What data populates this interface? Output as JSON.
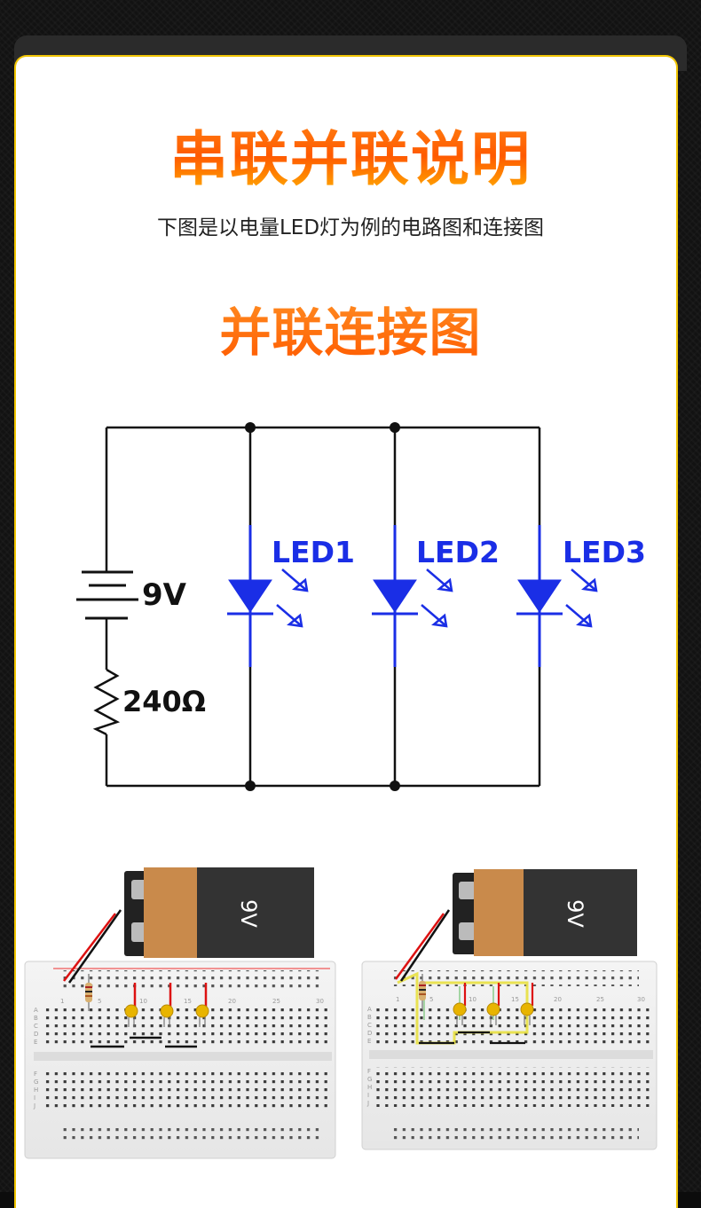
{
  "header": {
    "title": "串联并联说明",
    "subtitle": "下图是以电量LED灯为例的电路图和连接图"
  },
  "section": {
    "title": "并联连接图"
  },
  "schematic": {
    "battery_label": "9V",
    "resistor_label": "240Ω",
    "leds": [
      "LED1",
      "LED2",
      "LED3"
    ]
  },
  "breadboards": [
    {
      "battery_label": "9V",
      "col_numbers": [
        "1",
        "5",
        "10",
        "15",
        "20",
        "25",
        "30"
      ],
      "row_letters_top": [
        "A",
        "B",
        "C",
        "D",
        "E"
      ],
      "row_letters_bottom": [
        "F",
        "G",
        "H",
        "I",
        "J"
      ]
    },
    {
      "battery_label": "9V",
      "col_numbers": [
        "1",
        "5",
        "10",
        "15",
        "20",
        "25",
        "30"
      ],
      "row_letters_top": [
        "A",
        "B",
        "C",
        "D",
        "E"
      ],
      "row_letters_bottom": [
        "F",
        "G",
        "H",
        "I",
        "J"
      ]
    }
  ],
  "colors": {
    "title_orange": "#ff6a00",
    "led_blue": "#1a2ee6",
    "card_border": "#f0c400"
  }
}
